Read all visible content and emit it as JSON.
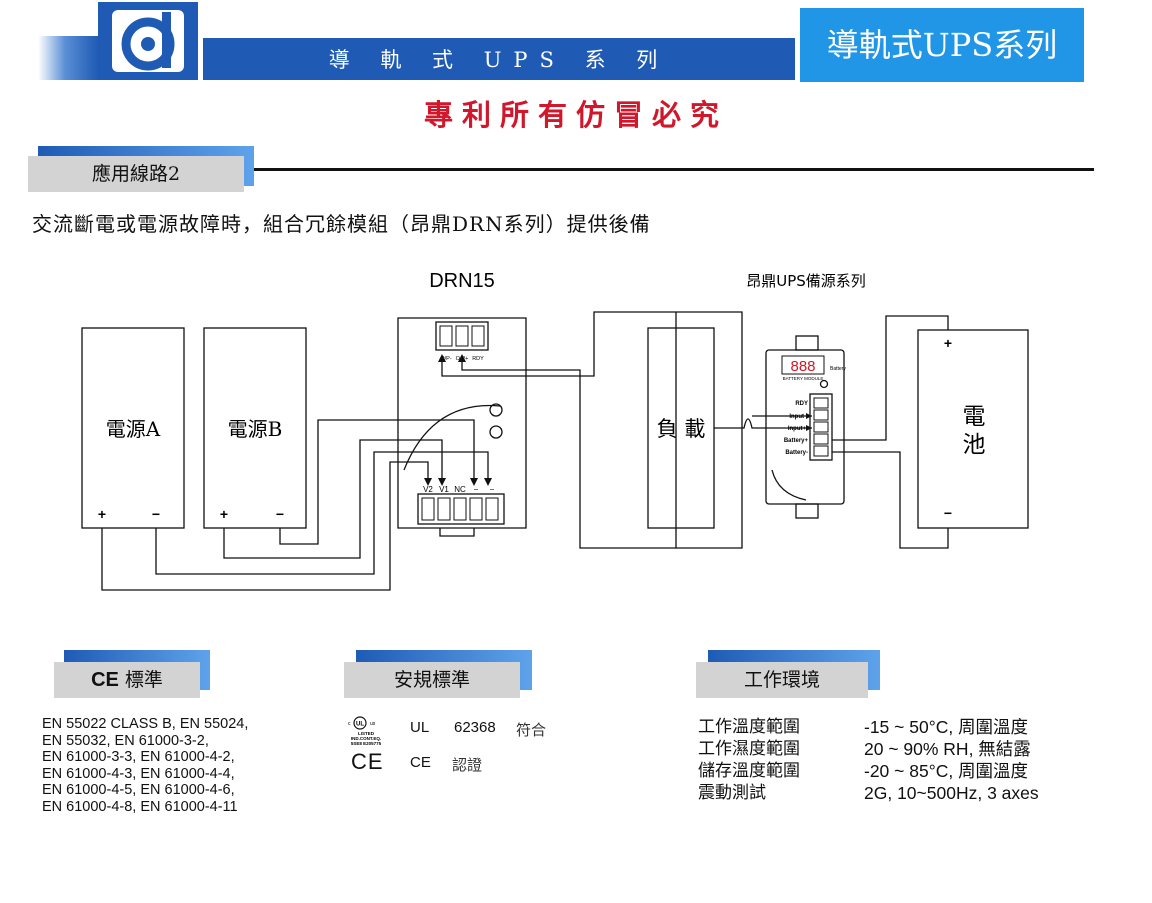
{
  "header": {
    "series_bar": "導 軌 式 UPS 系 列",
    "series_box": "導軌式UPS系列",
    "patent_notice": "專利所有仿冒必究"
  },
  "section": {
    "label": "應用線路2",
    "description": "交流斷電或電源故障時，組合冗餘模組（昂鼎DRN系列）提供後備"
  },
  "diagram": {
    "drn_title": "DRN15",
    "ups_title": "昂鼎UPS備源系列",
    "psu_a": "電源A",
    "psu_b": "電源B",
    "plus": "+",
    "minus": "−",
    "load": "負 載",
    "battery_line1": "電",
    "battery_line2": "池",
    "drn_top_terminals": [
      "O/P-",
      "O/P+",
      "RDY"
    ],
    "drn_bottom_terminals": [
      "V2",
      "V1",
      "NC",
      "−",
      "−"
    ],
    "ups_terminals": [
      "RDY",
      "Input-",
      "Input+",
      "Battery+",
      "Battery-"
    ],
    "ups_display": "888",
    "ups_battery_label": "Battery",
    "ups_model": "BATTERY MODULE"
  },
  "ce": {
    "heading_mark": "CE",
    "heading_text": " 標準",
    "lines": [
      "EN 55022 CLASS B, EN 55024,",
      "EN 55032, EN 61000-3-2,",
      "EN 61000-3-3, EN 61000-4-2,",
      "EN 61000-4-3, EN 61000-4-4,",
      "EN 61000-4-5, EN 61000-4-6,",
      "EN 61000-4-8, EN 61000-4-11"
    ]
  },
  "safety": {
    "heading": "安規標準",
    "ul_name": "UL",
    "ul_standard": "62368",
    "ul_status": "符合",
    "ce_name": "CE",
    "ce_status": "認證",
    "ul_logo_lines": [
      "LISTED",
      "IND.CONT.EQ.",
      "5SE8 E205775"
    ]
  },
  "environment": {
    "heading": "工作環境",
    "rows": [
      {
        "label": "工作溫度範圍",
        "value": "-15 ~ 50°C, 周圍溫度"
      },
      {
        "label": "工作濕度範圍",
        "value": "20 ~ 90% RH, 無結露"
      },
      {
        "label": "儲存溫度範圍",
        "value": "-20 ~ 85°C, 周圍溫度"
      },
      {
        "label": "震動測試",
        "value": "2G, 10~500Hz, 3 axes"
      }
    ]
  },
  "colors": {
    "brand_blue": "#1f5bb5",
    "accent_blue": "#2196e6",
    "patent_red": "#d0172b",
    "label_gray": "#d3d3d3"
  }
}
